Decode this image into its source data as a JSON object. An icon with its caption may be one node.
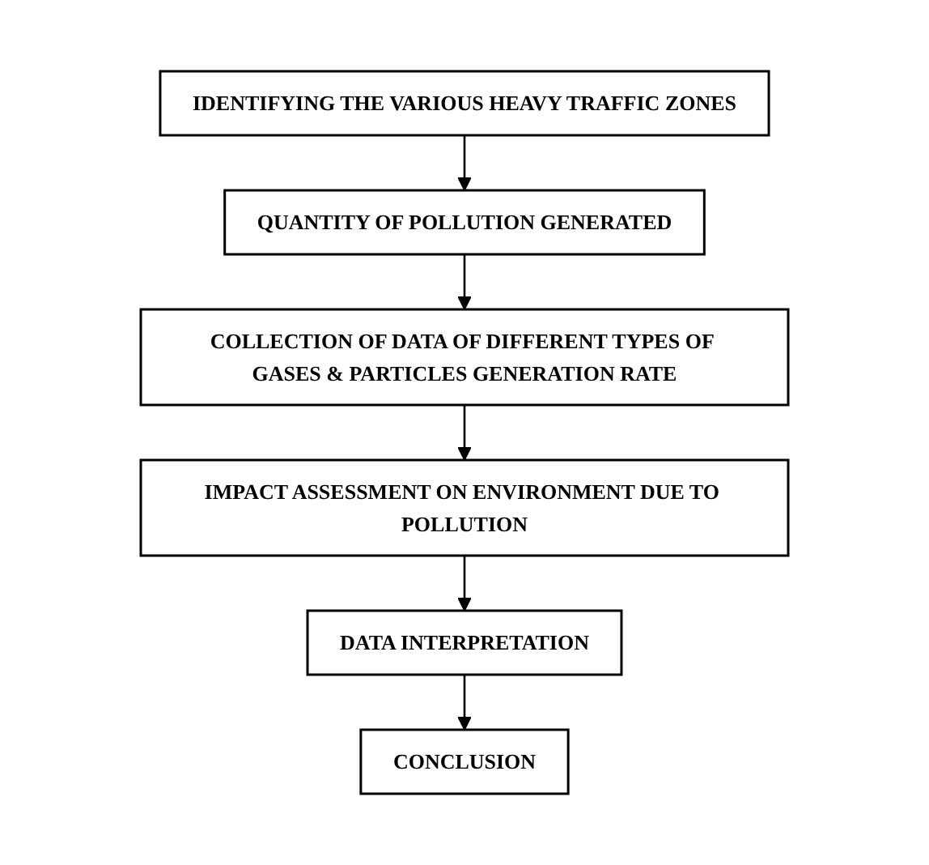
{
  "diagram": {
    "nodes": [
      {
        "text": [
          "IDENTIFYING THE VARIOUS HEAVY TRAFFIC ZONES"
        ]
      },
      {
        "text": [
          "QUANTITY OF POLLUTION GENERATED"
        ]
      },
      {
        "text": [
          "COLLECTION OF DATA OF DIFFERENT TYPES OF GASES & PARTICLES GENERATION RATE"
        ]
      },
      {
        "text": [
          "IMPACT ASSESSMENT ON ENVIRONMENT DUE TO POLLUTION"
        ]
      },
      {
        "text": [
          "DATA INTERPRETATION"
        ]
      },
      {
        "text": [
          "CONCLUSION"
        ]
      }
    ],
    "edges": [
      {
        "from": 0,
        "to": 1,
        "arrow": "to"
      },
      {
        "from": 1,
        "to": 2,
        "arrow": "to"
      },
      {
        "from": 2,
        "to": 3,
        "arrow": "to"
      },
      {
        "from": 3,
        "to": 4,
        "arrow": "to"
      },
      {
        "from": 4,
        "to": 5,
        "arrow": "to"
      }
    ]
  }
}
